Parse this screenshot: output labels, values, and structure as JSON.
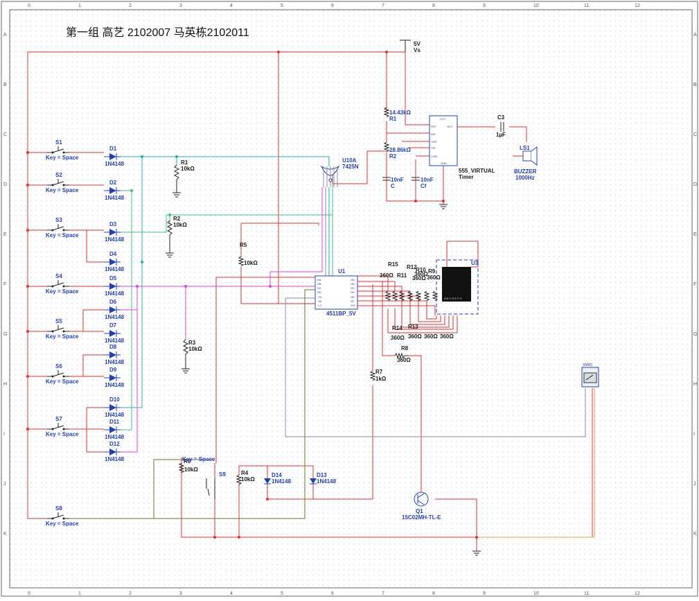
{
  "title": "第一组  高艺 2102007    马英栋2102011",
  "ruler": {
    "columns": [
      "0",
      "1",
      "2",
      "3",
      "4",
      "5",
      "6",
      "7",
      "8",
      "9",
      "10",
      "11",
      "12"
    ],
    "rows": [
      "A",
      "B",
      "C",
      "D",
      "E",
      "F",
      "G",
      "H",
      "I",
      "J",
      "K"
    ]
  },
  "colors": {
    "red_wire": "#e03030",
    "teal_wire": "#20b0b0",
    "green_wire": "#40c080",
    "magenta_wire": "#e040e0",
    "olive_wire": "#70701f",
    "orange_wire": "#e0a040",
    "gray_wire": "#8a8ab0",
    "label_blue": "#1f3fbf"
  },
  "switches": [
    {
      "id": "S1",
      "key": "Key = Space"
    },
    {
      "id": "S2",
      "key": "Key = Space"
    },
    {
      "id": "S3",
      "key": "Key = Space"
    },
    {
      "id": "S4",
      "key": "Key = Space"
    },
    {
      "id": "S5",
      "key": "Key = Space"
    },
    {
      "id": "S6",
      "key": "Key = Space"
    },
    {
      "id": "S7",
      "key": "Key = Space"
    },
    {
      "id": "S8",
      "key": "Key = Space"
    }
  ],
  "switch_s9": {
    "id": "S9",
    "key": "Key = Space"
  },
  "diodes": [
    {
      "id": "D1",
      "part": "1N4148"
    },
    {
      "id": "D2",
      "part": "1N4148"
    },
    {
      "id": "D3",
      "part": "1N4148"
    },
    {
      "id": "D4",
      "part": "1N4148"
    },
    {
      "id": "D5",
      "part": "1N4148"
    },
    {
      "id": "D6",
      "part": "1N4148"
    },
    {
      "id": "D7",
      "part": "1N4148"
    },
    {
      "id": "D8",
      "part": "1N4148"
    },
    {
      "id": "D9",
      "part": "1N4148"
    },
    {
      "id": "D10",
      "part": "1N4148"
    },
    {
      "id": "D11",
      "part": "1N4148"
    },
    {
      "id": "D12",
      "part": "1N4148"
    }
  ],
  "diodes_lower": [
    {
      "id": "D14",
      "part": "1N4148"
    },
    {
      "id": "D13",
      "part": "1N4148"
    }
  ],
  "resistors": {
    "r1": {
      "id": "R1",
      "value": "10kΩ"
    },
    "r2": {
      "id": "R2",
      "value": "10kΩ"
    },
    "r3": {
      "id": "R3",
      "value": "10kΩ"
    },
    "r5": {
      "id": "R5",
      "value": "10kΩ"
    },
    "r6": {
      "id": "R6",
      "value": "10kΩ"
    },
    "r4": {
      "id": "R4",
      "value": "10kΩ"
    },
    "r7": {
      "id": "R7",
      "value": "1kΩ"
    },
    "r8": {
      "id": "R8",
      "value": "360Ω"
    },
    "t1": {
      "id": "R1",
      "value": "14.43kΩ"
    },
    "t2": {
      "id": "R2",
      "value": "28.86kΩ"
    }
  },
  "seg_resistors": {
    "r15": {
      "id": "R15",
      "value": "360Ω"
    },
    "r11": {
      "id": "R11",
      "value": ""
    },
    "r12": {
      "id": "R12",
      "value": "360Ω"
    },
    "r10": {
      "id": "R10",
      "value": "360Ω"
    },
    "r9": {
      "id": "R9",
      "value": "360Ω"
    },
    "r14": {
      "id": "R14",
      "value": "360Ω"
    },
    "r13": {
      "id": "R13",
      "value": "360Ω"
    },
    "bottom_values": [
      "360Ω",
      "360Ω"
    ]
  },
  "capacitors": {
    "c": {
      "id": "C",
      "value": "10nF"
    },
    "cf": {
      "id": "Cf",
      "value": "10nF"
    },
    "c3": {
      "id": "C3",
      "value": "1µF"
    }
  },
  "power": {
    "value": "5V",
    "name": "Vs"
  },
  "gate": {
    "id": "U10A",
    "part": "7425N"
  },
  "decoder": {
    "id": "U1",
    "part": "4511BP_5V"
  },
  "timer": {
    "part": "555_VIRTUAL",
    "name": "Timer"
  },
  "buzzer": {
    "id": "LS1",
    "part": "BUZZER",
    "freq": "1000Hz"
  },
  "display": {
    "id": "U3",
    "segments": "A B C D E F G"
  },
  "transistor": {
    "id": "Q1",
    "part": "15C02MH-TL-E"
  },
  "probe": {
    "label": "XMM1"
  }
}
